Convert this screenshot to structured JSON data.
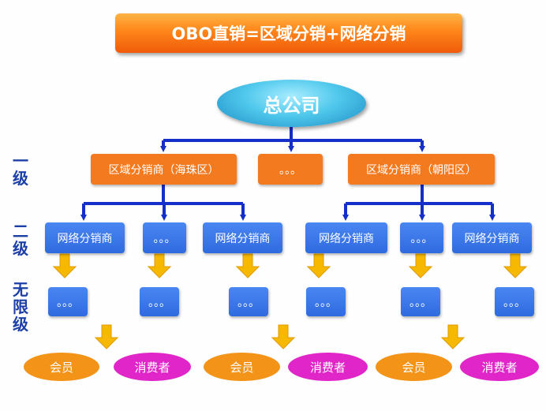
{
  "title": "OBO直销=区域分销+网络分销",
  "hq": "总公司",
  "levels": {
    "level1": [
      "一",
      "级"
    ],
    "level2": [
      "二",
      "级"
    ],
    "level3": [
      "无",
      "限",
      "级"
    ]
  },
  "tier1": {
    "left": "区域分销商（海珠区）",
    "middle": "。。。",
    "right": "区域分销商（朝阳区）"
  },
  "tier2": [
    "网络分销商",
    "。。。",
    "网络分销商",
    "网络分销商",
    "。。。",
    "网络分销商"
  ],
  "tier3": [
    "。。。",
    "。。。",
    "。。。",
    "。。。",
    "。。。",
    "。。。"
  ],
  "end_nodes": [
    "会员",
    "消费者",
    "会员",
    "消费者",
    "会员",
    "消费者"
  ],
  "colors": {
    "title_orange": "#f05a0a",
    "hq_cyan": "#4fc8ec",
    "tier1_orange": "#f47a20",
    "network_blue": "#2f6be0",
    "connector_blue": "#1530c8",
    "arrow_yellow": "#f6b800",
    "member_orange": "#f39419",
    "consumer_pink": "#e026c8",
    "level_text": "#1d3fa8"
  }
}
